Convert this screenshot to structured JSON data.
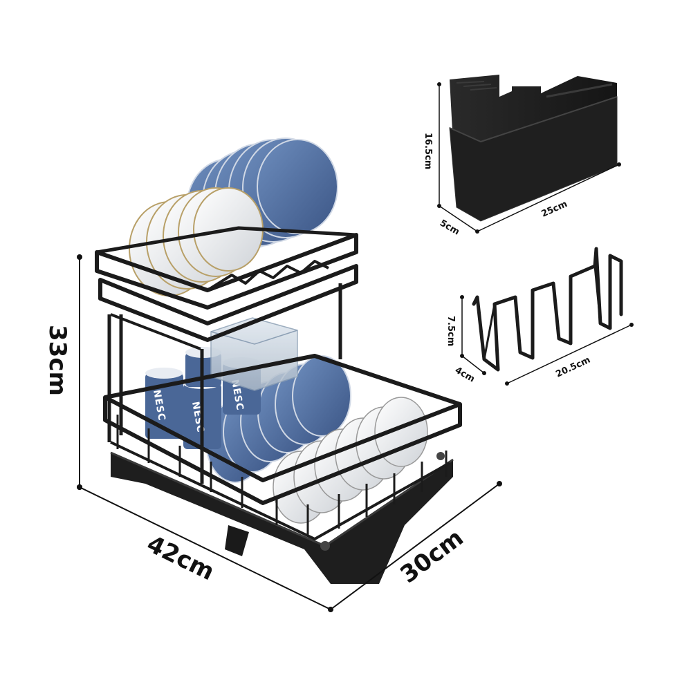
{
  "main_rack": {
    "height_label": "33cm",
    "width_label": "42cm",
    "depth_label": "30cm",
    "mug_logo": "NESC"
  },
  "utensil_holder": {
    "height_label": "16.5cm",
    "depth_label": "5cm",
    "width_label": "25cm"
  },
  "cup_hanger": {
    "height_label": "7.5cm",
    "depth_label": "4cm",
    "width_label": "20.5cm"
  },
  "colors": {
    "frame": "#1b1b1b",
    "plates": "#4f6f9f",
    "white_plates": "#eef0f2",
    "tray": "#222222"
  }
}
